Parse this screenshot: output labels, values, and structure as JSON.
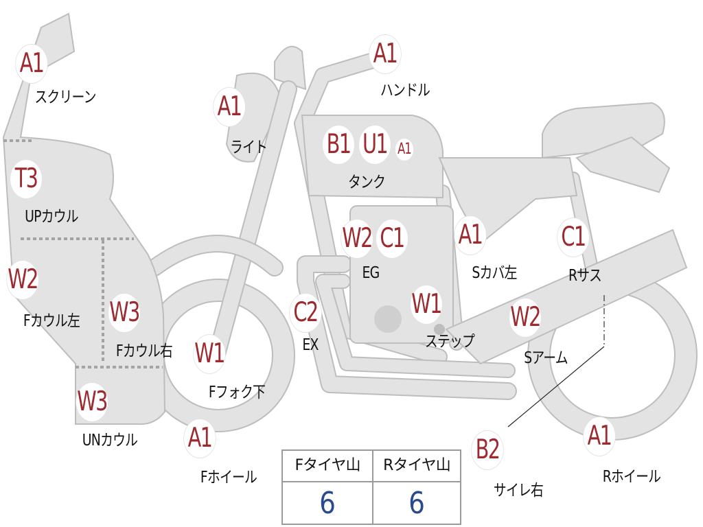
{
  "parts": [
    {
      "id": "screen",
      "code": "A1",
      "label": "スクリーン"
    },
    {
      "id": "handle",
      "code": "A1",
      "label": "ハンドル"
    },
    {
      "id": "light",
      "code": "A1",
      "label": "ライト"
    },
    {
      "id": "tank_b",
      "code": "B1",
      "label": ""
    },
    {
      "id": "tank_u",
      "code": "U1",
      "label": "タンク"
    },
    {
      "id": "tank_a",
      "code": "A1",
      "label": ""
    },
    {
      "id": "up_cowl",
      "code": "T3",
      "label": "UPカウル"
    },
    {
      "id": "eg_w",
      "code": "W2",
      "label": ""
    },
    {
      "id": "eg_c",
      "code": "C1",
      "label": "EG"
    },
    {
      "id": "s_cover",
      "code": "A1",
      "label": "Sカバ左"
    },
    {
      "id": "r_sus",
      "code": "C1",
      "label": "Rサス"
    },
    {
      "id": "f_cowl_l",
      "code": "W2",
      "label": "Fカウル左"
    },
    {
      "id": "f_cowl_r",
      "code": "W3",
      "label": "Fカウル右"
    },
    {
      "id": "ex",
      "code": "C2",
      "label": "EX"
    },
    {
      "id": "step",
      "code": "W1",
      "label": "ステップ"
    },
    {
      "id": "s_arm",
      "code": "W2",
      "label": "Sアーム"
    },
    {
      "id": "f_fork",
      "code": "W1",
      "label": "Fフォク下"
    },
    {
      "id": "un_cowl",
      "code": "W3",
      "label": "UNカウル"
    },
    {
      "id": "f_wheel",
      "code": "A1",
      "label": "Fホイール"
    },
    {
      "id": "silencer",
      "code": "B2",
      "label": "サイレ右"
    },
    {
      "id": "r_wheel",
      "code": "A1",
      "label": "Rホイール"
    }
  ],
  "tire_table": {
    "front_header": "Fタイヤ山",
    "rear_header": "Rタイヤ山",
    "front_value": "6",
    "rear_value": "6"
  },
  "colors": {
    "badge_text": "#9c2a2f",
    "table_value": "#2a4a8f",
    "bike_fill": "#e3e3e3"
  }
}
